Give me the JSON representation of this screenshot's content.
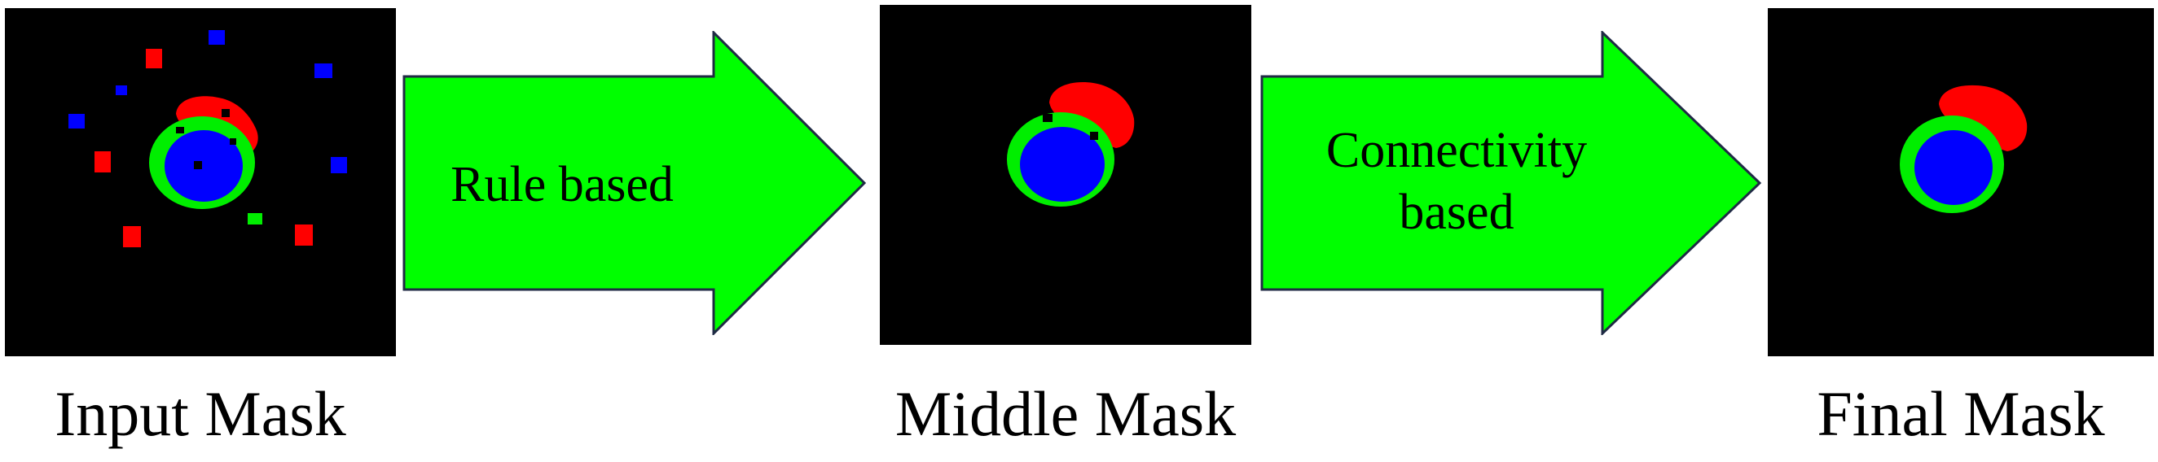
{
  "stages": [
    {
      "caption": "Input Mask"
    },
    {
      "caption": "Middle Mask"
    },
    {
      "caption": "Final Mask"
    }
  ],
  "arrows": [
    {
      "label_line1": "Rule based",
      "label_line2": ""
    },
    {
      "label_line1": "Connectivity",
      "label_line2": "based"
    }
  ],
  "colors": {
    "background": "#000000",
    "red_region": "#ff0000",
    "green_region": "#00ee00",
    "blue_region": "#0000ff",
    "arrow_fill": "#00ff00",
    "arrow_outline": "#1f2a44"
  }
}
